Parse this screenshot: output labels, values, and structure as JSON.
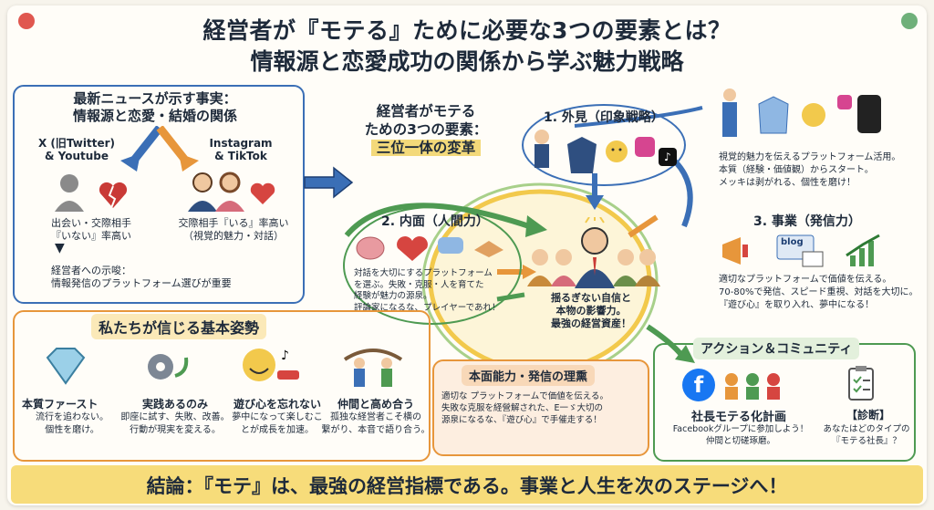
{
  "colors": {
    "blue": "#3b6fb6",
    "orange": "#e7963b",
    "green": "#4e9a52",
    "yellow": "#f2d46c",
    "navy": "#1e2a3a",
    "red": "#d64540"
  },
  "title": {
    "line1": "経営者が『モテる』ために必要な3つの要素とは？",
    "line2": "情報源と恋愛成功の関係から学ぶ魅力戦略"
  },
  "news": {
    "heading1": "最新ニュースが示す事実：",
    "heading2": "情報源と恋愛・結婚の関係",
    "left_label1": "X (旧Twitter)",
    "left_label2": "& Youtube",
    "right_label1": "Instagram",
    "right_label2": "& TikTok",
    "left_caption1": "出会い・交際相手",
    "left_caption2": "『いない』率高い",
    "right_caption1": "交際相手『いる』率高い",
    "right_caption2": "（視覚的魅力・対話）",
    "implication1": "経営者への示唆：",
    "implication2": "情報発信のプラットフォーム選びが重要"
  },
  "three": {
    "line1": "経営者がモテる",
    "line2": "ための3つの要素：",
    "line3": "三位一体の変革"
  },
  "appearance": {
    "heading": "1. 外見（印象戦略）",
    "note1": "視覚的魅力を伝えるプラットフォーム活用。",
    "note2": "本質（経験・価値観）からスタート。",
    "note3": "メッキは剥がれる、個性を磨け！"
  },
  "inner": {
    "heading": "2. 内面（人間力）",
    "note1": "対話を大切にするプラットフォーム",
    "note2": "を選ぶ。失敗・克服・人を育てた",
    "note3": "経験が魅力の源泉。",
    "note4": "評論家になるな、プレイヤーであれ！"
  },
  "center": {
    "line1": "揺るぎない自信と",
    "line2": "本物の影響力。",
    "line3": "最強の経営資産！"
  },
  "business": {
    "heading": "3. 事業（発信力）",
    "blog": "blog",
    "note1": "適切なプラットフォームで価値を伝える。",
    "note2": "70-80%で発信、スピード重視、対話を大切に。",
    "note3": "『遊び心』を取り入れ、夢中になる！"
  },
  "beliefs": {
    "heading": "私たちが信じる基本姿勢",
    "items": [
      {
        "title": "本質ファースト",
        "desc1": "流行を追わない。",
        "desc2": "個性を磨け。"
      },
      {
        "title": "実践あるのみ",
        "desc1": "即座に試す、失敗、改善。",
        "desc2": "行動が現実を変える。"
      },
      {
        "title": "遊び心を忘れない",
        "desc1": "夢中になって楽しむこ",
        "desc2": "とが成長を加速。"
      },
      {
        "title": "仲間と高め合う",
        "desc1": "孤独な経営者こそ横の",
        "desc2": "繋がり、本音で語り合う。"
      }
    ]
  },
  "core": {
    "heading": "本面能力・発信の理熏",
    "line1": "適切な プラットフォームで価値を伝える。",
    "line2": "失敗な克服を経營解された、E一ゞ大切の",
    "line3": "源泉になるな、『遊び心』で手催走する！"
  },
  "community": {
    "heading": "アクション＆コミュニティ",
    "plan_title": "社長モテる化計画",
    "plan_desc1": "Facebookグループに参加しよう！",
    "plan_desc2": "仲間と切磋琢磨。",
    "diag_title": "【診断】",
    "diag_desc1": "あなたはどのタイプの",
    "diag_desc2": "『モテる社長』？"
  },
  "conclusion": "結論：『モテ』は、最強の経営指標である。事業と人生を次のステージへ！"
}
